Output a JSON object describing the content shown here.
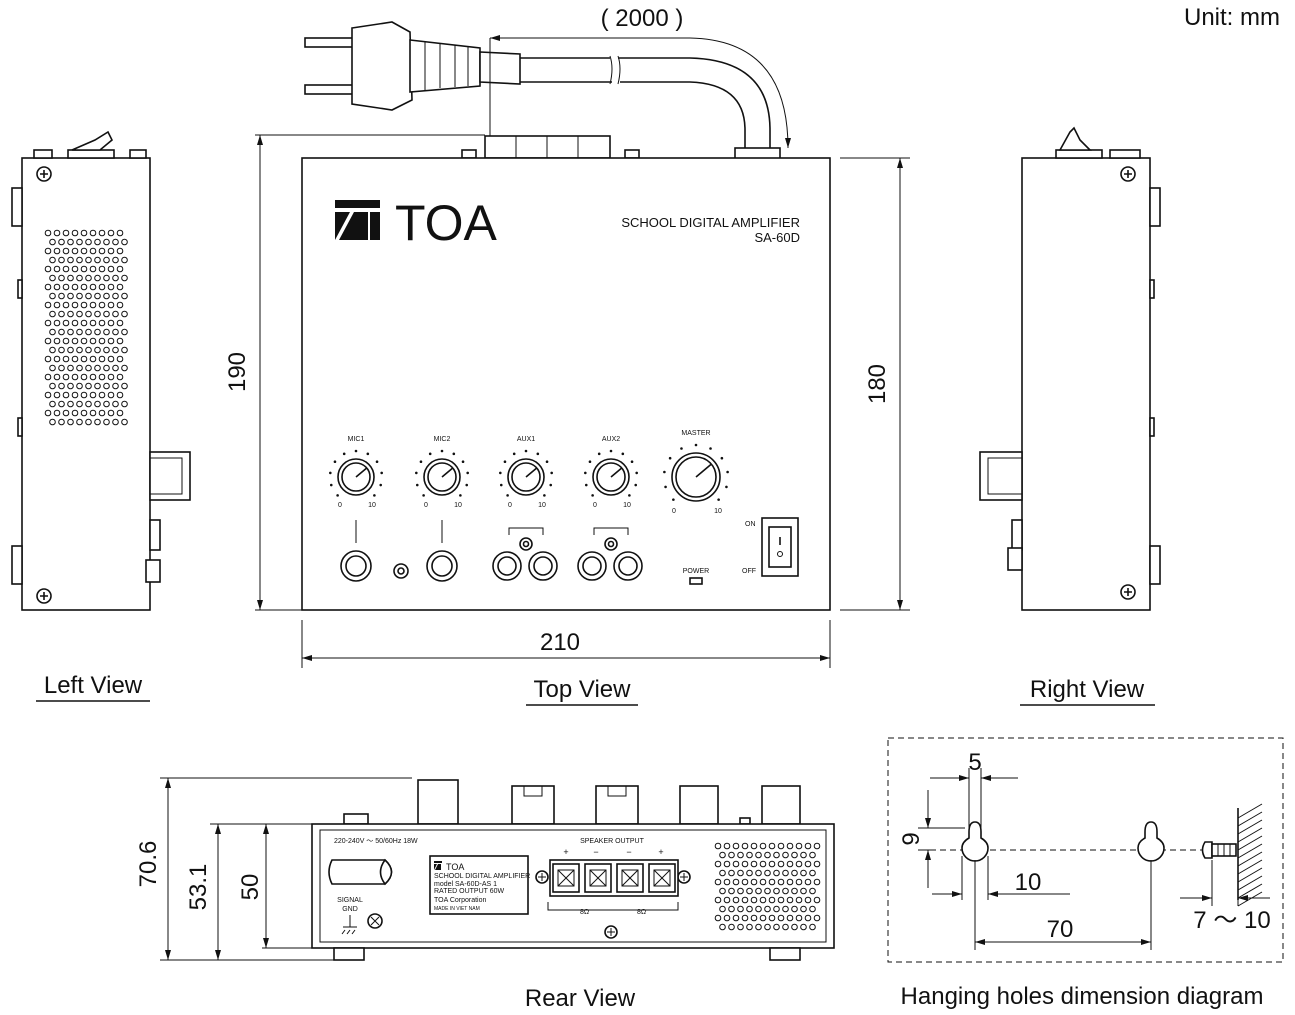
{
  "unit_label": "Unit: mm",
  "cable_length": "( 2000 )",
  "dimensions": {
    "top_width": "210",
    "top_height_left": "190",
    "top_height_right": "180",
    "rear_total_height": "70.6",
    "rear_mid_height": "53.1",
    "rear_body_height": "50",
    "hole_width": "5",
    "hole_height": "9",
    "hole_slot": "10",
    "hole_spacing": "70",
    "screw_protrusion": "7 〜 10"
  },
  "captions": {
    "left": "Left View",
    "top": "Top View",
    "right": "Right View",
    "rear": "Rear View",
    "hanging": "Hanging holes dimension diagram"
  },
  "front_panel": {
    "brand": "TOA",
    "product_name": "SCHOOL DIGITAL AMPLIFIER",
    "model": "SA-60D",
    "knobs": [
      "MIC1",
      "MIC2",
      "AUX1",
      "AUX2",
      "MASTER"
    ],
    "scale_min": "0",
    "scale_max": "10",
    "power_label": "POWER",
    "switch_on": "ON",
    "switch_off": "OFF"
  },
  "rear_panel": {
    "power_rating": "220-240V 〜 50/60Hz 18W",
    "signal_gnd_1": "SIGNAL",
    "signal_gnd_2": "GND",
    "speaker_output": "SPEAKER OUTPUT",
    "plus": "+",
    "minus": "−",
    "impedance_1": "8Ω",
    "impedance_2": "8Ω",
    "label_brand": "TOA",
    "label_line1": "SCHOOL DIGITAL AMPLIFIER",
    "label_line2": "model  SA-60D-AS   1",
    "label_line3": "RATED OUTPUT 60W",
    "label_line4": "TOA Corporation",
    "label_line5": "MADE IN VIET NAM"
  }
}
